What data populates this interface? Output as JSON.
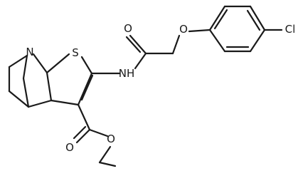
{
  "molecule": {
    "atoms": {
      "n1": "N",
      "s1": "S",
      "o1": "O",
      "nh": "NH",
      "o2": "O",
      "cl": "Cl",
      "o3": "O",
      "o4": "O"
    }
  }
}
